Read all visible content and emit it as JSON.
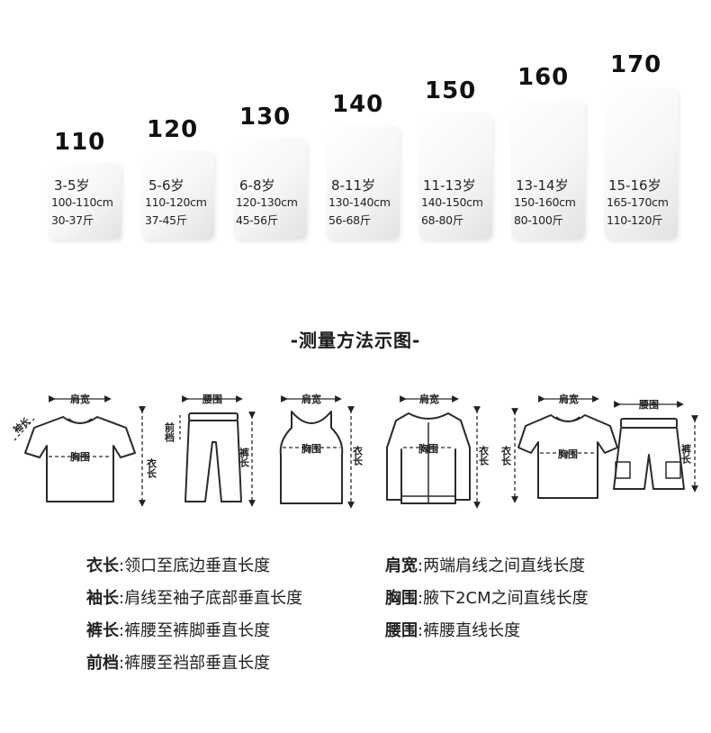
{
  "size_cards": [
    {
      "size": "110",
      "age": "3-5岁",
      "height": "100-110cm",
      "weight": "30-37斤"
    },
    {
      "size": "120",
      "age": "5-6岁",
      "height": "110-120cm",
      "weight": "37-45斤"
    },
    {
      "size": "130",
      "age": "6-8岁",
      "height": "120-130cm",
      "weight": "45-56斤"
    },
    {
      "size": "140",
      "age": "8-11岁",
      "height": "130-140cm",
      "weight": "56-68斤"
    },
    {
      "size": "150",
      "age": "11-13岁",
      "height": "140-150cm",
      "weight": "68-80斤"
    },
    {
      "size": "160",
      "age": "13-14岁",
      "height": "150-160cm",
      "weight": "80-100斤"
    },
    {
      "size": "170",
      "age": "15-16岁",
      "height": "165-170cm",
      "weight": "110-120斤"
    }
  ],
  "section_title": "-测量方法示图-",
  "diagram_labels": {
    "shoulder": "肩宽",
    "sleeve": "袖长",
    "chest": "胸围",
    "length": "衣长",
    "waist": "腰围",
    "rise": "前档",
    "pants_length": "裤长"
  },
  "definitions_left": [
    {
      "term": "衣长",
      "desc": ":领口至底边垂直长度"
    },
    {
      "term": "袖长",
      "desc": ":肩线至袖子底部垂直长度"
    },
    {
      "term": "裤长",
      "desc": ":裤腰至裤脚垂直长度"
    },
    {
      "term": "前档",
      "desc": ":裤腰至裆部垂直长度"
    }
  ],
  "definitions_right": [
    {
      "term": "肩宽",
      "desc": ":两端肩线之间直线长度"
    },
    {
      "term": "胸围",
      "desc": ":腋下2CM之间直线长度"
    },
    {
      "term": "腰围",
      "desc": ":裤腰直线长度"
    }
  ]
}
